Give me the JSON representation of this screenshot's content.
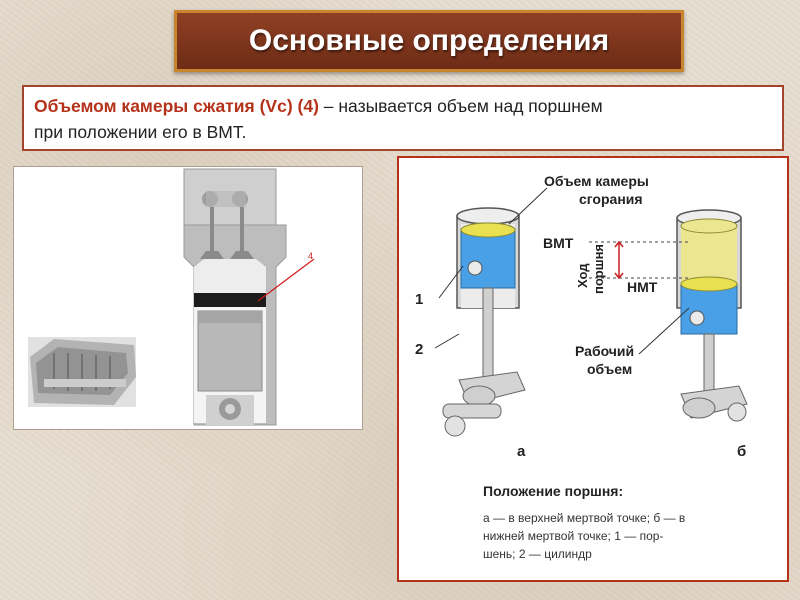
{
  "slide": {
    "title": "Основные определения",
    "definition": {
      "term": "Объемом камеры сжатия (Vc)",
      "marker": "(4)",
      "rest_line1": " – называется объем над поршнем",
      "rest_line2": "при положении его в ВМТ."
    }
  },
  "left_figure": {
    "callout": "4"
  },
  "right_figure": {
    "label_chamber_l1": "Объем камеры",
    "label_chamber_l2": "сгорания",
    "label_vmt": "ВМТ",
    "label_nmt": "НМТ",
    "label_stroke_l1": "Ход",
    "label_stroke_l2": "поршня",
    "label_work_l1": "Рабочий",
    "label_work_l2": "объем",
    "label_1": "1",
    "label_2": "2",
    "label_a": "а",
    "label_b": "б",
    "caption_heading": "Положение поршня:",
    "caption_line1": "а — в верхней мертвой точке; б — в",
    "caption_line2": "нижней мертвой точке; 1 — пор-",
    "caption_line3": "шень; 2 — цилиндр"
  },
  "colors": {
    "title_bg": "#7a321b",
    "title_border": "#c9852e",
    "accent_red": "#b5321a",
    "piston_blue": "#4aa0e6",
    "chamber_yellow": "#e8e050"
  }
}
